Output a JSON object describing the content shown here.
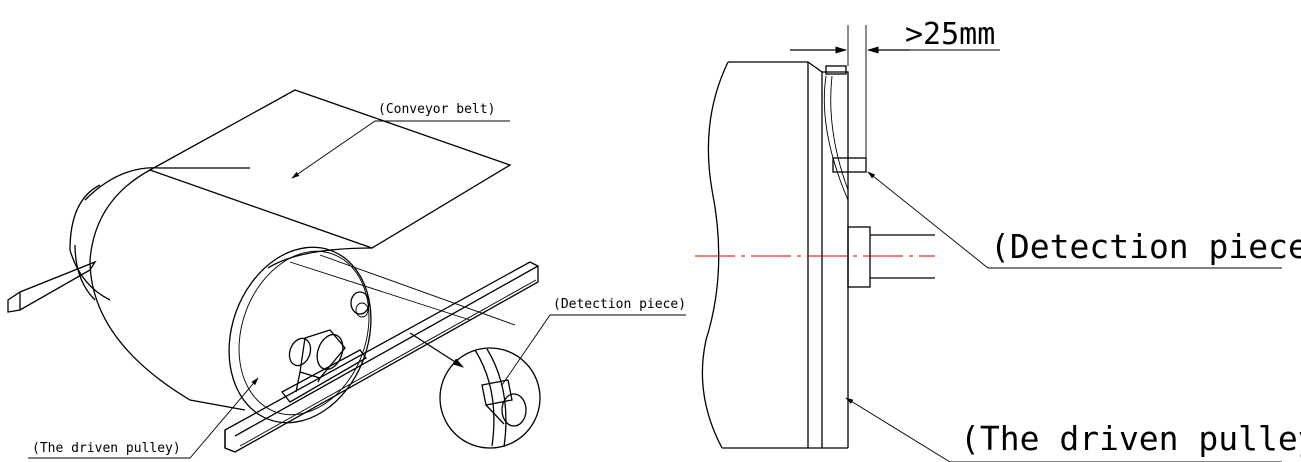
{
  "left_view": {
    "conveyor_belt_label": "(Conveyor belt)",
    "detection_piece_label": "(Detection piece)",
    "driven_pulley_label": "(The driven pulley)"
  },
  "right_view": {
    "clearance_label": ">25mm",
    "detection_piece_label": "(Detection piece)",
    "driven_pulley_label": "(The driven pulley)"
  },
  "colors": {
    "line": "#000000",
    "centerline": "#e00000",
    "background": "#ffffff"
  }
}
